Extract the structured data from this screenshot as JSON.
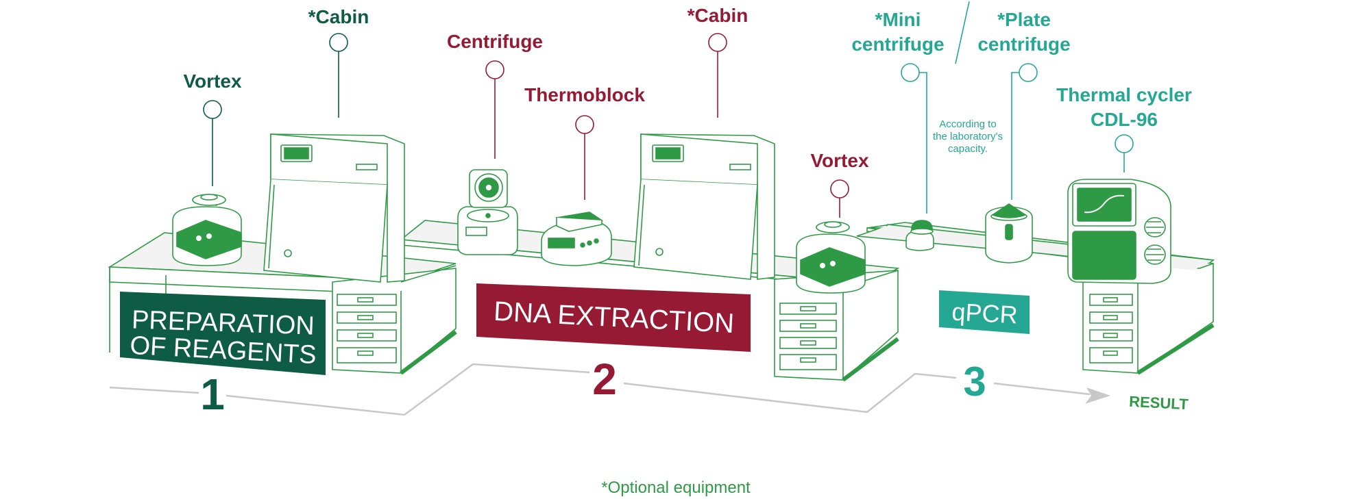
{
  "colors": {
    "dark_green": "#0e5c43",
    "crimson": "#961a33",
    "teal": "#24a894",
    "line_green": "#2f9a45",
    "bench_fill": "#f3f3f3",
    "path_gray": "#c8c8c8"
  },
  "stage1": {
    "title_line1": "PREPARATION",
    "title_line2": "OF REAGENTS",
    "number": "1",
    "equipment": [
      {
        "label": "Vortex",
        "icon": "vortex-icon"
      },
      {
        "label": "*Cabin",
        "icon": "cabin-icon"
      }
    ]
  },
  "stage2": {
    "title": "DNA EXTRACTION",
    "number": "2",
    "equipment": [
      {
        "label": "Centrifuge",
        "icon": "centrifuge-icon"
      },
      {
        "label": "Thermoblock",
        "icon": "thermoblock-icon"
      },
      {
        "label": "*Cabin",
        "icon": "cabin-icon"
      },
      {
        "label": "Vortex",
        "icon": "vortex-icon"
      }
    ]
  },
  "stage3": {
    "title": "qPCR",
    "number": "3",
    "equipment": [
      {
        "label_line1": "*Mini",
        "label_line2": "centrifuge",
        "icon": "mini-centrifuge-icon"
      },
      {
        "label_line1": "*Plate",
        "label_line2": "centrifuge",
        "icon": "plate-centrifuge-icon"
      },
      {
        "label_line1": "Thermal cycler",
        "label_line2": "CDL-96",
        "icon": "thermal-cycler-icon"
      }
    ],
    "capacity_note": [
      "According to",
      "the laboratory's",
      "capacity."
    ]
  },
  "result_label": "RESULT",
  "footnote": "*Optional equipment"
}
